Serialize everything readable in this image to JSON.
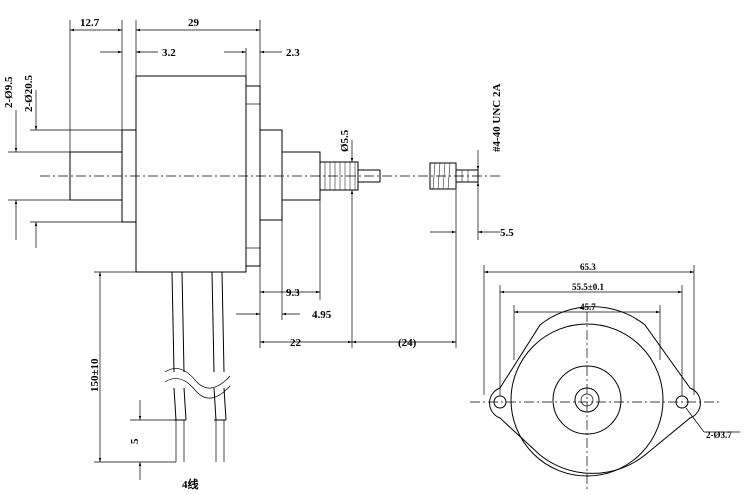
{
  "drawing": {
    "side_view": {
      "dim_12_7": "12.7",
      "dim_29": "29",
      "dim_3_2": "3.2",
      "dim_2_3": "2.3",
      "dim_phi9_5": "2-Ø9.5",
      "dim_phi20_5": "2-Ø20.5",
      "dim_phi5_5": "Ø5.5",
      "dim_thread": "#4-40 UNC 2A",
      "dim_5_5": "5.5",
      "dim_9_3": "9.3",
      "dim_4_95": "4.95",
      "dim_22": "22",
      "dim_24": "(24)",
      "dim_150": "150±10",
      "dim_5": "5",
      "wire_label": "4线"
    },
    "front_view": {
      "dim_65_3": "65.3",
      "dim_55_5": "55.5±0.1",
      "dim_45_7": "45.7",
      "dim_hole": "2-Ø3.7"
    }
  }
}
